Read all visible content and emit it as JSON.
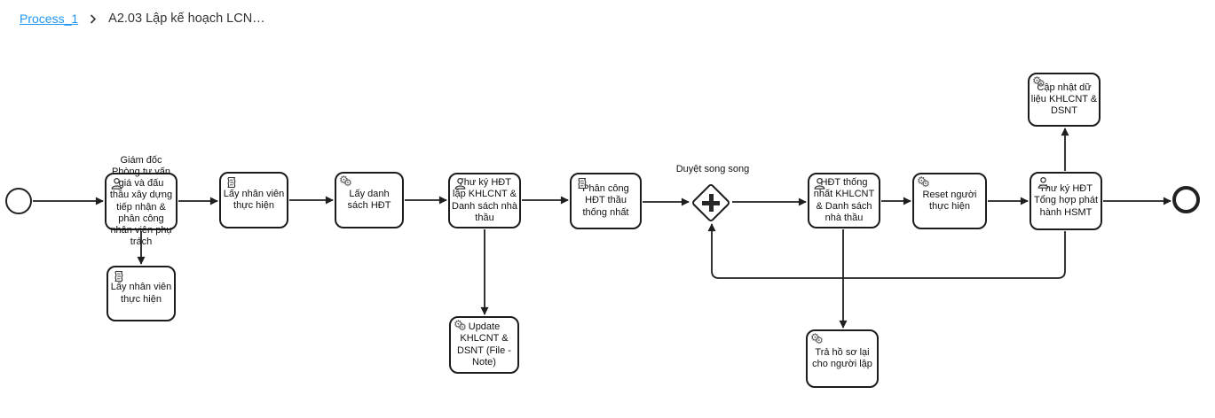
{
  "breadcrumb": {
    "process": "Process_1",
    "current": "A2.03 Lập kế hoạch LCN…"
  },
  "icons": {
    "gear_glyph": "⚙",
    "breadcrumb_separator": "chevron-right",
    "user_task_icon": "person",
    "script_task_icon": "scroll",
    "service_task_icon": "gears"
  },
  "colors": {
    "link_blue": "#2196f3",
    "stroke": "#1f1f1f",
    "background": "#ffffff",
    "text": "#111111"
  },
  "diagram": {
    "type": "bpmn-process",
    "nodes": [
      {
        "id": "start-event",
        "type": "start-event",
        "label": ""
      },
      {
        "id": "task-giam-doc",
        "type": "user-task",
        "icon": "user-icon",
        "label": "Giám đốc Phòng tư vấn giá và đấu thầu xây dựng tiếp nhận & phân công nhân viên phụ trách"
      },
      {
        "id": "task-lay-nhan-vien-1",
        "type": "script-task",
        "icon": "script-icon",
        "label": "Lấy nhân viên thực hiện"
      },
      {
        "id": "task-lay-danh-sach-hdt",
        "type": "service-task",
        "icon": "gears-icon",
        "label": "Lấy danh sách HĐT"
      },
      {
        "id": "task-thu-ky-hdt-lap",
        "type": "user-task",
        "icon": "user-icon",
        "label": "Thư ký HĐT lập KHLCNT & Danh sách nhà thầu"
      },
      {
        "id": "task-phan-cong-hdt",
        "type": "script-task",
        "icon": "script-icon",
        "label": "Phân công HĐT thầu thống nhất"
      },
      {
        "id": "gateway-duyet-song-song",
        "type": "parallel-gateway",
        "label": "Duyệt song song"
      },
      {
        "id": "task-hdt-thong-nhat",
        "type": "user-task",
        "icon": "user-icon",
        "label": "HĐT thống nhất KHLCNT & Danh sách nhà thầu"
      },
      {
        "id": "task-reset-nguoi",
        "type": "service-task",
        "icon": "gears-icon",
        "label": "Reset người thực hiện"
      },
      {
        "id": "task-thu-ky-tong-hop",
        "type": "user-task",
        "icon": "user-icon",
        "label": "Thư ký HĐT Tổng hợp phát hành HSMT"
      },
      {
        "id": "task-cap-nhat-du-lieu",
        "type": "service-task",
        "icon": "gears-icon",
        "label": "Cập nhật dữ liệu KHLCNT & DSNT"
      },
      {
        "id": "task-lay-nhan-vien-2",
        "type": "script-task",
        "icon": "script-icon",
        "label": "Lấy nhân viên thực hiện"
      },
      {
        "id": "task-update-khlcnt",
        "type": "service-task",
        "icon": "gears-icon",
        "label": "Update KHLCNT & DSNT (File - Note)"
      },
      {
        "id": "task-tra-ho-so",
        "type": "service-task",
        "icon": "gears-icon",
        "label": "Trả hồ sơ lại cho người lập"
      },
      {
        "id": "end-event",
        "type": "end-event",
        "label": ""
      }
    ],
    "flows": [
      {
        "from": "start-event",
        "to": "task-giam-doc"
      },
      {
        "from": "task-giam-doc",
        "to": "task-lay-nhan-vien-1"
      },
      {
        "from": "task-giam-doc",
        "to": "task-lay-nhan-vien-2"
      },
      {
        "from": "task-lay-nhan-vien-1",
        "to": "task-lay-danh-sach-hdt"
      },
      {
        "from": "task-lay-danh-sach-hdt",
        "to": "task-thu-ky-hdt-lap"
      },
      {
        "from": "task-thu-ky-hdt-lap",
        "to": "task-update-khlcnt"
      },
      {
        "from": "task-thu-ky-hdt-lap",
        "to": "task-phan-cong-hdt"
      },
      {
        "from": "task-phan-cong-hdt",
        "to": "gateway-duyet-song-song"
      },
      {
        "from": "gateway-duyet-song-song",
        "to": "task-hdt-thong-nhat"
      },
      {
        "from": "task-hdt-thong-nhat",
        "to": "task-tra-ho-so"
      },
      {
        "from": "task-hdt-thong-nhat",
        "to": "task-reset-nguoi"
      },
      {
        "from": "task-reset-nguoi",
        "to": "task-thu-ky-tong-hop"
      },
      {
        "from": "task-thu-ky-tong-hop",
        "to": "task-cap-nhat-du-lieu"
      },
      {
        "from": "task-thu-ky-tong-hop",
        "to": "gateway-duyet-song-song"
      },
      {
        "from": "task-thu-ky-tong-hop",
        "to": "end-event"
      }
    ]
  }
}
